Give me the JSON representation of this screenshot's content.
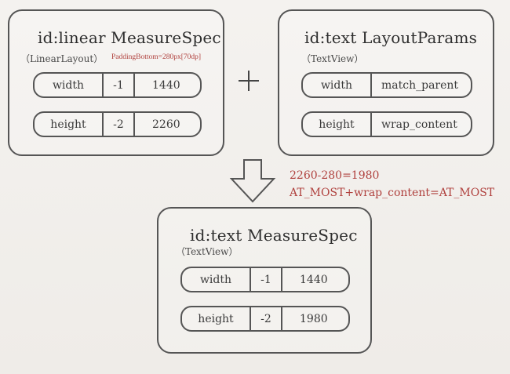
{
  "linear_spec": {
    "title": "id:linear MeasureSpec",
    "subtitle": "（LinearLayout）",
    "padding_note": "PaddingBottom=280px[70dp]",
    "rows": [
      {
        "label": "width",
        "mode": "-1",
        "size": "1440"
      },
      {
        "label": "height",
        "mode": "-2",
        "size": "2260"
      }
    ]
  },
  "operator": "+",
  "text_params": {
    "title": "id:text  LayoutParams",
    "subtitle": "（TextView）",
    "rows": [
      {
        "label": "width",
        "value": "match_parent"
      },
      {
        "label": "height",
        "value": "wrap_content"
      }
    ]
  },
  "calculation": {
    "line1": "2260-280=1980",
    "line2": "AT_MOST+wrap_content=AT_MOST"
  },
  "text_spec": {
    "title": "id:text  MeasureSpec",
    "subtitle": "（TextView）",
    "rows": [
      {
        "label": "width",
        "mode": "-1",
        "size": "1440"
      },
      {
        "label": "height",
        "mode": "-2",
        "size": "1980"
      }
    ]
  },
  "colors": {
    "border": "#555555",
    "text": "#3b3b3b",
    "annotation": "#b0413e",
    "background": "#f2f0ed"
  }
}
